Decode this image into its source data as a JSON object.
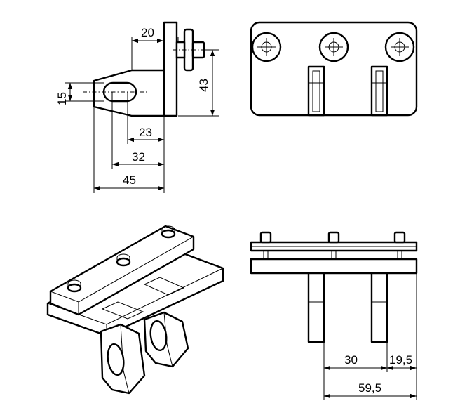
{
  "drawing": {
    "dimensions": {
      "top_20": "20",
      "height_43": "43",
      "hole_15": "15",
      "dist_23": "23",
      "dist_32": "32",
      "dist_45": "45",
      "bottom_30": "30",
      "bottom_19_5": "19,5",
      "bottom_59_5": "59,5"
    }
  }
}
